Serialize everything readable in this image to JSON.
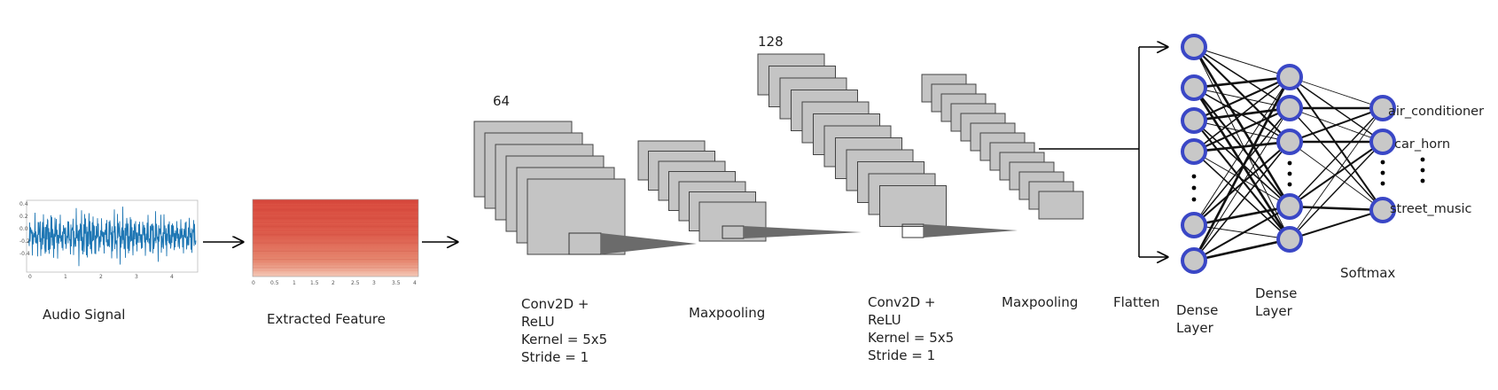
{
  "labels": {
    "audio_signal": "Audio Signal",
    "extracted_feature": "Extracted Feature",
    "conv1": "Conv2D +\nReLU\nKernel = 5x5\nStride = 1",
    "maxpool1": "Maxpooling",
    "conv2": "Conv2D +\nReLU\nKernel = 5x5\nStride = 1",
    "maxpool2": "Maxpooling",
    "flatten": "Flatten",
    "dense1": "Dense\nLayer",
    "dense2": "Dense\nLayer",
    "softmax": "Softmax"
  },
  "filters": {
    "conv1": "64",
    "conv2": "128"
  },
  "classes": [
    "air_conditioner",
    "car_horn",
    "street_music"
  ],
  "colors": {
    "waveform": "#1f77b4",
    "feature_map": "#c4c4c4",
    "neuron_fill": "#c8c8c8",
    "neuron_ring": "#3a47c6",
    "spectrogram": "#d9534a",
    "projection": "#666666"
  }
}
